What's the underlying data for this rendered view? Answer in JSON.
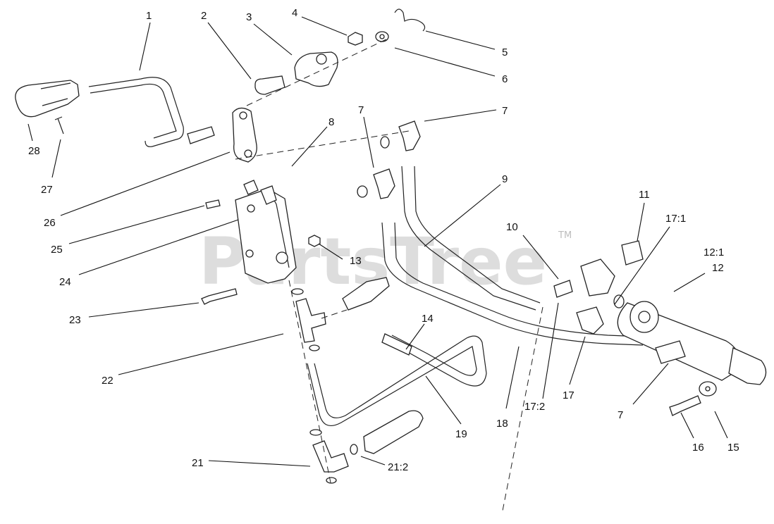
{
  "watermark": {
    "text": "PartsTree",
    "tm": "TM"
  },
  "callouts": {
    "c1": "1",
    "c2": "2",
    "c3": "3",
    "c4": "4",
    "c5": "5",
    "c6": "6",
    "c7a": "7",
    "c7b": "7",
    "c7c": "7",
    "c8": "8",
    "c9": "9",
    "c10": "10",
    "c11": "11",
    "c12": "12",
    "c12_1": "12:1",
    "c13": "13",
    "c14": "14",
    "c15": "15",
    "c16": "16",
    "c17": "17",
    "c17_1": "17:1",
    "c17_2": "17:2",
    "c18": "18",
    "c19": "19",
    "c21": "21",
    "c21_2": "21:2",
    "c22": "22",
    "c23": "23",
    "c24": "24",
    "c25": "25",
    "c26": "26",
    "c27": "27",
    "c28": "28"
  }
}
